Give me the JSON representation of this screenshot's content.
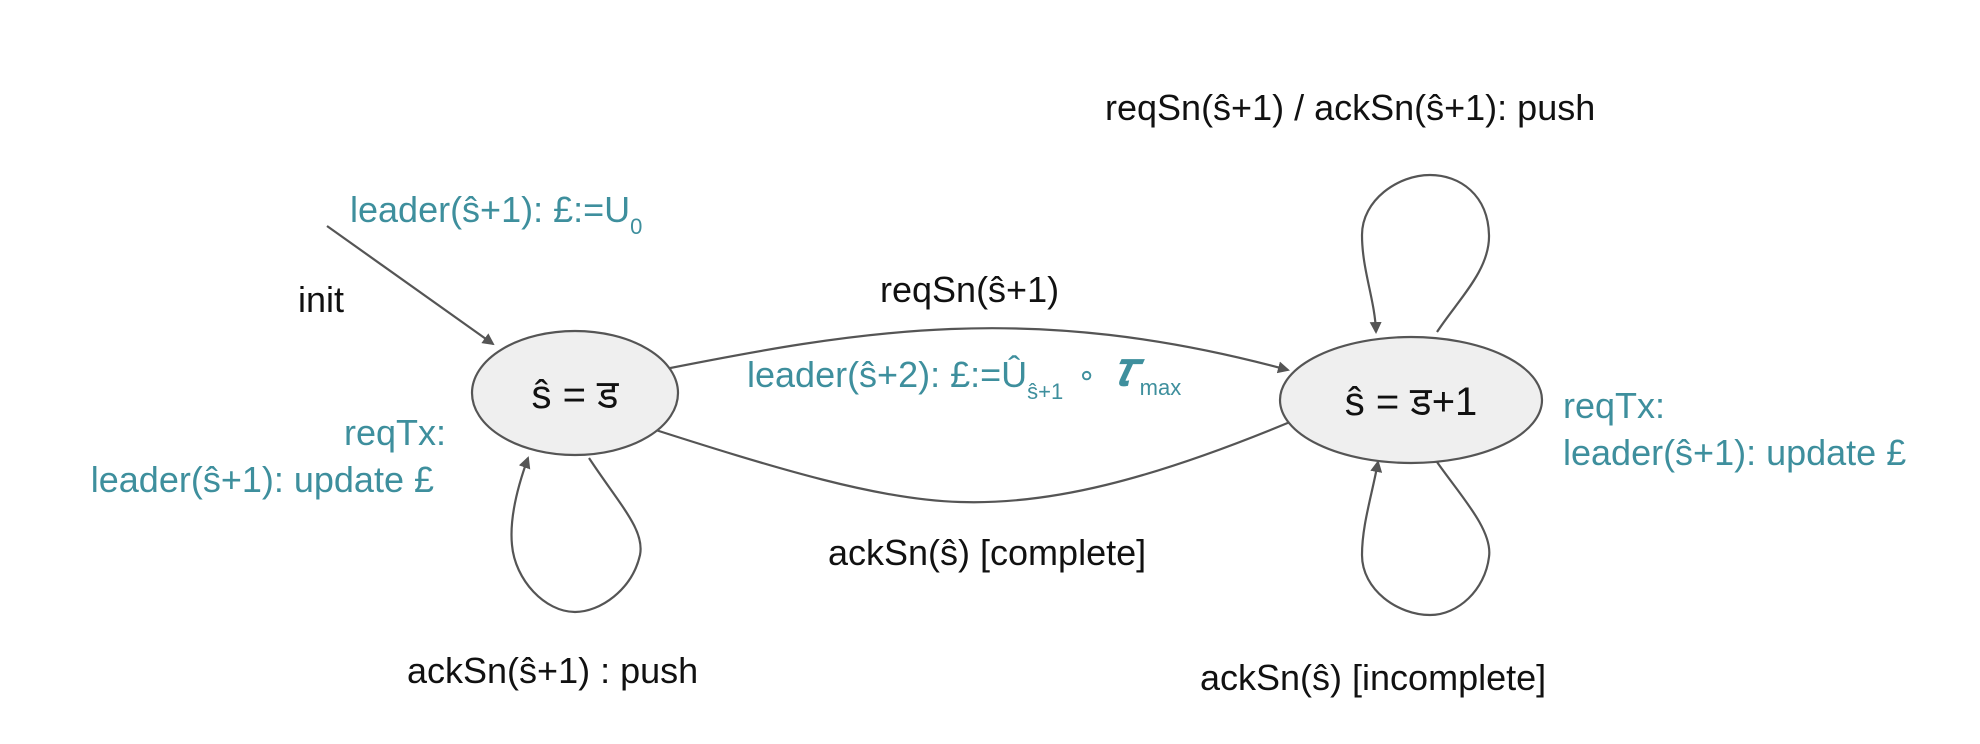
{
  "colors": {
    "action": "#3e8f9d",
    "event": "#111111",
    "state_fill": "#efefef",
    "stroke": "#555555"
  },
  "states": [
    {
      "id": "s0",
      "label": "ŝ = ड"
    },
    {
      "id": "s1",
      "label": "ŝ = ड+1"
    }
  ],
  "labels": {
    "init": "init",
    "init_action_main": "leader(ŝ+1): £:=U",
    "init_action_sub": "0",
    "forward_event": "reqSn(ŝ+1)",
    "forward_action_main": "leader(ŝ+2): £:=Û",
    "forward_action_sub": "ŝ+1",
    "forward_action_op": "∘",
    "forward_action_tau": "𝜏",
    "forward_action_tau_sub": "max",
    "back_event": "ackSn(ŝ) [complete]",
    "s0_reqtx_line1": "reqTx:",
    "s0_reqtx_line2": "leader(ŝ+1): update £",
    "s0_self_loop": "ackSn(ŝ+1) : push",
    "s1_top_loop": "reqSn(ŝ+1) / ackSn(ŝ+1): push",
    "s1_reqtx_line1": "reqTx:",
    "s1_reqtx_line2": "leader(ŝ+1): update £",
    "s1_bottom_loop": "ackSn(ŝ) [incomplete]"
  }
}
